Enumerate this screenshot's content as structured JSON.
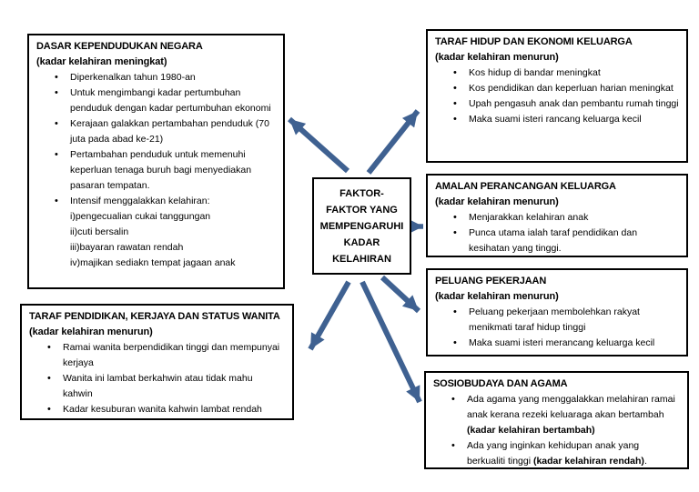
{
  "colors": {
    "arrow": "#3f6191",
    "box_border": "#000000",
    "background": "#ffffff"
  },
  "center": {
    "lines": [
      "FAKTOR-",
      "FAKTOR YANG",
      "MEMPENGARUHI",
      "KADAR",
      "KELAHIRAN"
    ]
  },
  "boxes": [
    {
      "id": "dasar-kependudukan-negara",
      "title": "DASAR KEPENDUDUKAN NEGARA",
      "subtitle": "(kadar kelahiran meningkat)",
      "items": [
        {
          "type": "bullet",
          "text": "Diperkenalkan tahun 1980-an"
        },
        {
          "type": "bullet",
          "text": "Untuk mengimbangi kadar pertumbuhan penduduk dengan kadar pertumbuhan ekonomi"
        },
        {
          "type": "bullet",
          "text": "Kerajaan galakkan pertambahan penduduk (70 juta pada abad ke-21)"
        },
        {
          "type": "bullet",
          "text": "Pertambahan penduduk untuk memenuhi keperluan tenaga buruh bagi menyediakan pasaran tempatan."
        },
        {
          "type": "bullet",
          "text": "Intensif menggalakkan kelahiran:"
        },
        {
          "type": "plain",
          "text": "i)pengecualian cukai tanggungan"
        },
        {
          "type": "plain",
          "text": "ii)cuti bersalin"
        },
        {
          "type": "plain",
          "text": "iii)bayaran rawatan rendah"
        },
        {
          "type": "plain",
          "text": "iv)majikan sediakn tempat jagaan anak"
        }
      ]
    },
    {
      "id": "taraf-pendidikan-kerjaya-status-wanita",
      "title": "TARAF PENDIDIKAN, KERJAYA DAN STATUS WANITA",
      "subtitle": "(kadar kelahiran menurun)",
      "items": [
        {
          "type": "bullet",
          "text": "Ramai wanita berpendidikan tinggi dan mempunyai kerjaya"
        },
        {
          "type": "bullet",
          "text": "Wanita ini lambat berkahwin atau tidak mahu kahwin"
        },
        {
          "type": "bullet",
          "text": "Kadar kesuburan wanita kahwin lambat rendah"
        }
      ]
    },
    {
      "id": "taraf-hidup-ekonomi-keluarga",
      "title": "TARAF HIDUP DAN EKONOMI KELUARGA",
      "subtitle": "(kadar kelahiran menurun)",
      "items": [
        {
          "type": "bullet",
          "text": "Kos hidup di bandar meningkat"
        },
        {
          "type": "bullet",
          "text": "Kos pendidikan dan keperluan harian meningkat"
        },
        {
          "type": "bullet",
          "text": "Upah pengasuh anak dan pembantu rumah tinggi"
        },
        {
          "type": "bullet",
          "text": "Maka suami isteri rancang keluarga kecil"
        }
      ]
    },
    {
      "id": "amalan-perancangan-keluarga",
      "title": "AMALAN PERANCANGAN KELUARGA",
      "subtitle": "(kadar kelahiran menurun)",
      "items": [
        {
          "type": "bullet",
          "text": "Menjarakkan kelahiran anak"
        },
        {
          "type": "bullet",
          "text": "Punca utama ialah taraf pendidikan dan kesihatan yang tinggi."
        }
      ]
    },
    {
      "id": "peluang-pekerjaan",
      "title": "PELUANG PEKERJAAN",
      "subtitle": "(kadar kelahiran menurun)",
      "items": [
        {
          "type": "bullet",
          "text": "Peluang pekerjaan membolehkan rakyat menikmati taraf hidup tinggi"
        },
        {
          "type": "bullet",
          "text": "Maka suami isteri merancang keluarga kecil"
        }
      ]
    },
    {
      "id": "sosiobudaya-dan-agama",
      "title": "SOSIOBUDAYA DAN AGAMA",
      "items": [
        {
          "type": "bullet",
          "text": "Ada agama yang menggalakkan melahiran ramai anak kerana rezeki keluaraga akan bertambah ",
          "bold": "(kadar kelahiran bertambah)",
          "after": ""
        },
        {
          "type": "bullet",
          "text": "Ada yang inginkan kehidupan anak yang berkualiti tinggi ",
          "bold": "(kadar kelahiran rendah)",
          "after": "."
        }
      ]
    }
  ]
}
